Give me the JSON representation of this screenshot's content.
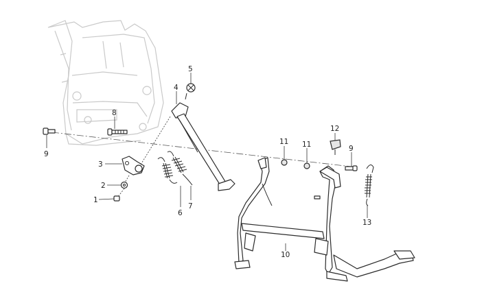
{
  "callouts": [
    {
      "id": "c1",
      "text": "1"
    },
    {
      "id": "c2",
      "text": "2"
    },
    {
      "id": "c3",
      "text": "3"
    },
    {
      "id": "c4",
      "text": "4"
    },
    {
      "id": "c5",
      "text": "5"
    },
    {
      "id": "c6",
      "text": "6"
    },
    {
      "id": "c7",
      "text": "7"
    },
    {
      "id": "c8",
      "text": "8"
    },
    {
      "id": "c9a",
      "text": "9"
    },
    {
      "id": "c9b",
      "text": "9"
    },
    {
      "id": "c10",
      "text": "10"
    },
    {
      "id": "c11a",
      "text": "11"
    },
    {
      "id": "c11b",
      "text": "11"
    },
    {
      "id": "c12",
      "text": "12"
    },
    {
      "id": "c13",
      "text": "13"
    }
  ]
}
